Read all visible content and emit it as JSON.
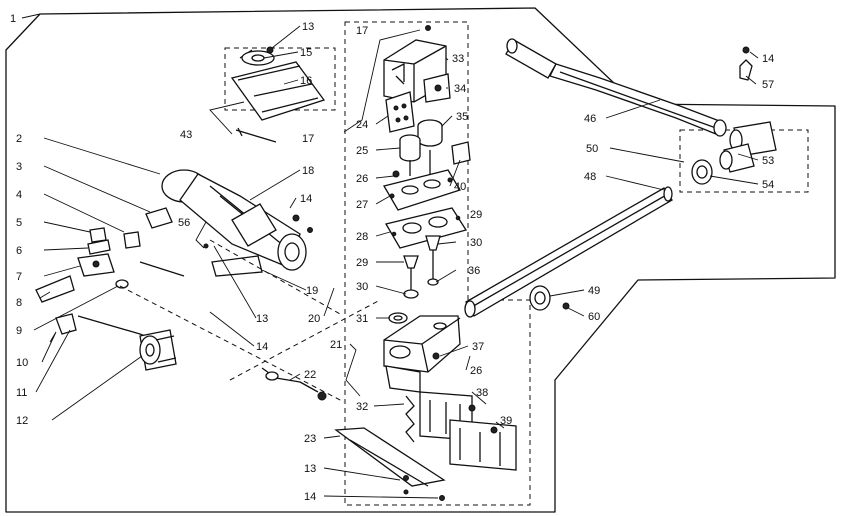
{
  "diagram": {
    "labels": {
      "l1": "1",
      "l2": "2",
      "l3": "3",
      "l4": "4",
      "l5": "5",
      "l6": "6",
      "l7": "7",
      "l8": "8",
      "l9": "9",
      "l10": "10",
      "l11": "11",
      "l12": "12",
      "l13a": "13",
      "l15": "15",
      "l16": "16",
      "l43": "43",
      "l17a": "17",
      "l17b": "17",
      "l33": "33",
      "l34": "34",
      "l24": "24",
      "l35": "35",
      "l25": "25",
      "l40": "40",
      "l26a": "26",
      "l27": "27",
      "l29a": "29",
      "l28": "28",
      "l30a": "30",
      "l29b": "29",
      "l30b": "30",
      "l36": "36",
      "l31": "31",
      "l18": "18",
      "l14a": "14",
      "l56": "56",
      "l19": "19",
      "l20": "20",
      "l13b": "13",
      "l14b": "14",
      "l21": "21",
      "l22": "22",
      "l37": "37",
      "l26b": "26",
      "l32": "32",
      "l38": "38",
      "l39": "39",
      "l23": "23",
      "l13c": "13",
      "l14c": "14",
      "l14d": "14",
      "l57": "57",
      "l46": "46",
      "l50": "50",
      "l53": "53",
      "l54": "54",
      "l48": "48",
      "l49": "49",
      "l60": "60"
    }
  }
}
